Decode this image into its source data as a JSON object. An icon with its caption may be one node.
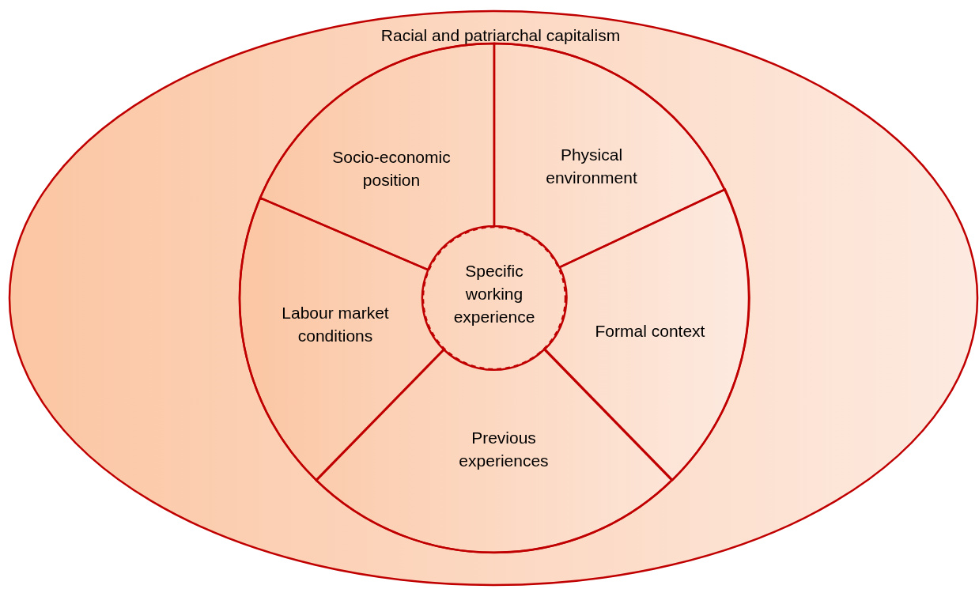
{
  "diagram": {
    "nodes": [
      {
        "text": [
          "Racial and patriarchal capitalism"
        ]
      },
      {
        "text": [],
        "shape": "circle",
        "in": 0
      },
      {
        "text": [
          "Socio-economic position"
        ],
        "in": 1
      },
      {
        "text": [
          "Physical environment"
        ],
        "in": 1
      },
      {
        "text": [
          "Specific working experience"
        ],
        "in": 1
      },
      {
        "text": [
          "Labour market conditions"
        ],
        "in": 1
      },
      {
        "text": [
          "Formal context"
        ],
        "in": 1
      },
      {
        "text": [
          "Previous experiences"
        ],
        "in": 1
      }
    ]
  }
}
